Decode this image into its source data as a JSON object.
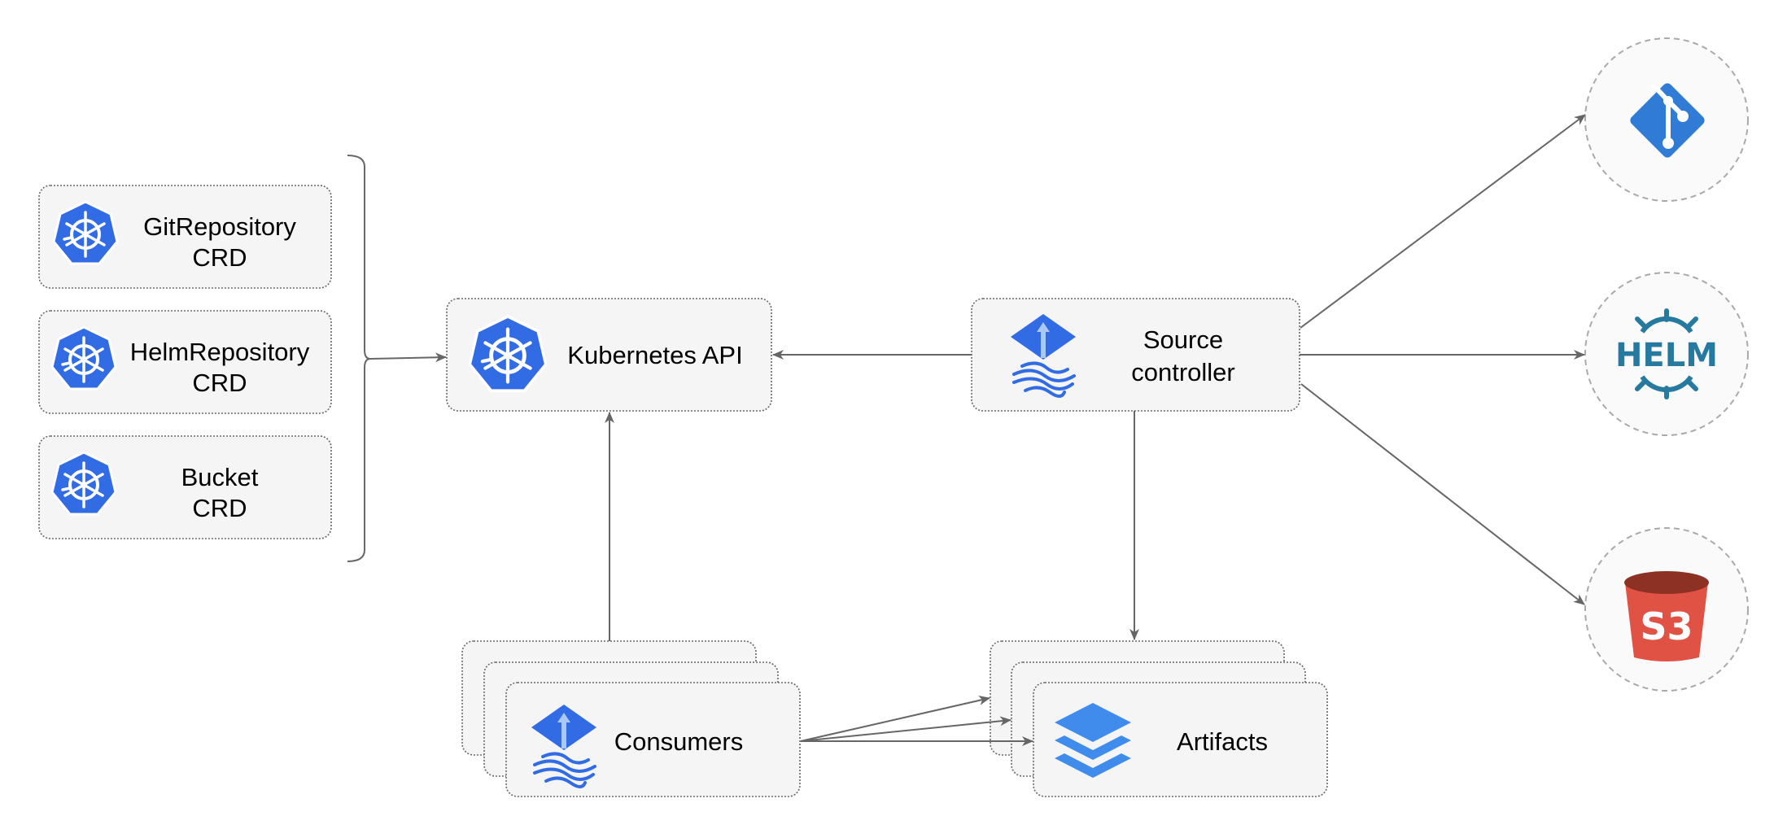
{
  "crds": [
    {
      "line1": "GitRepository",
      "line2": "CRD"
    },
    {
      "line1": "HelmRepository",
      "line2": "CRD"
    },
    {
      "line1": "Bucket",
      "line2": "CRD"
    }
  ],
  "kubernetes_api": {
    "label": "Kubernetes API"
  },
  "source_controller": {
    "line1": "Source",
    "line2": "controller"
  },
  "consumers": {
    "label": "Consumers"
  },
  "artifacts": {
    "label": "Artifacts"
  },
  "sources": {
    "helm_logo_text": "HELM",
    "s3_logo_text": "S3"
  },
  "icons": {
    "crd": "kubernetes-icon",
    "api": "kubernetes-icon",
    "controller": "flux-icon",
    "consumers": "flux-icon",
    "artifacts": "layers-icon",
    "git": "git-icon",
    "helm": "helm-icon",
    "s3": "s3-bucket-icon"
  },
  "colors": {
    "kubernetes_blue": "#326ce5",
    "git_blue": "#2f7bd6",
    "helm_teal": "#277a9f",
    "s3_red": "#e05243",
    "s3_dark": "#8c3123",
    "layers_blue": "#3f8cec",
    "edge_gray": "#666666"
  }
}
